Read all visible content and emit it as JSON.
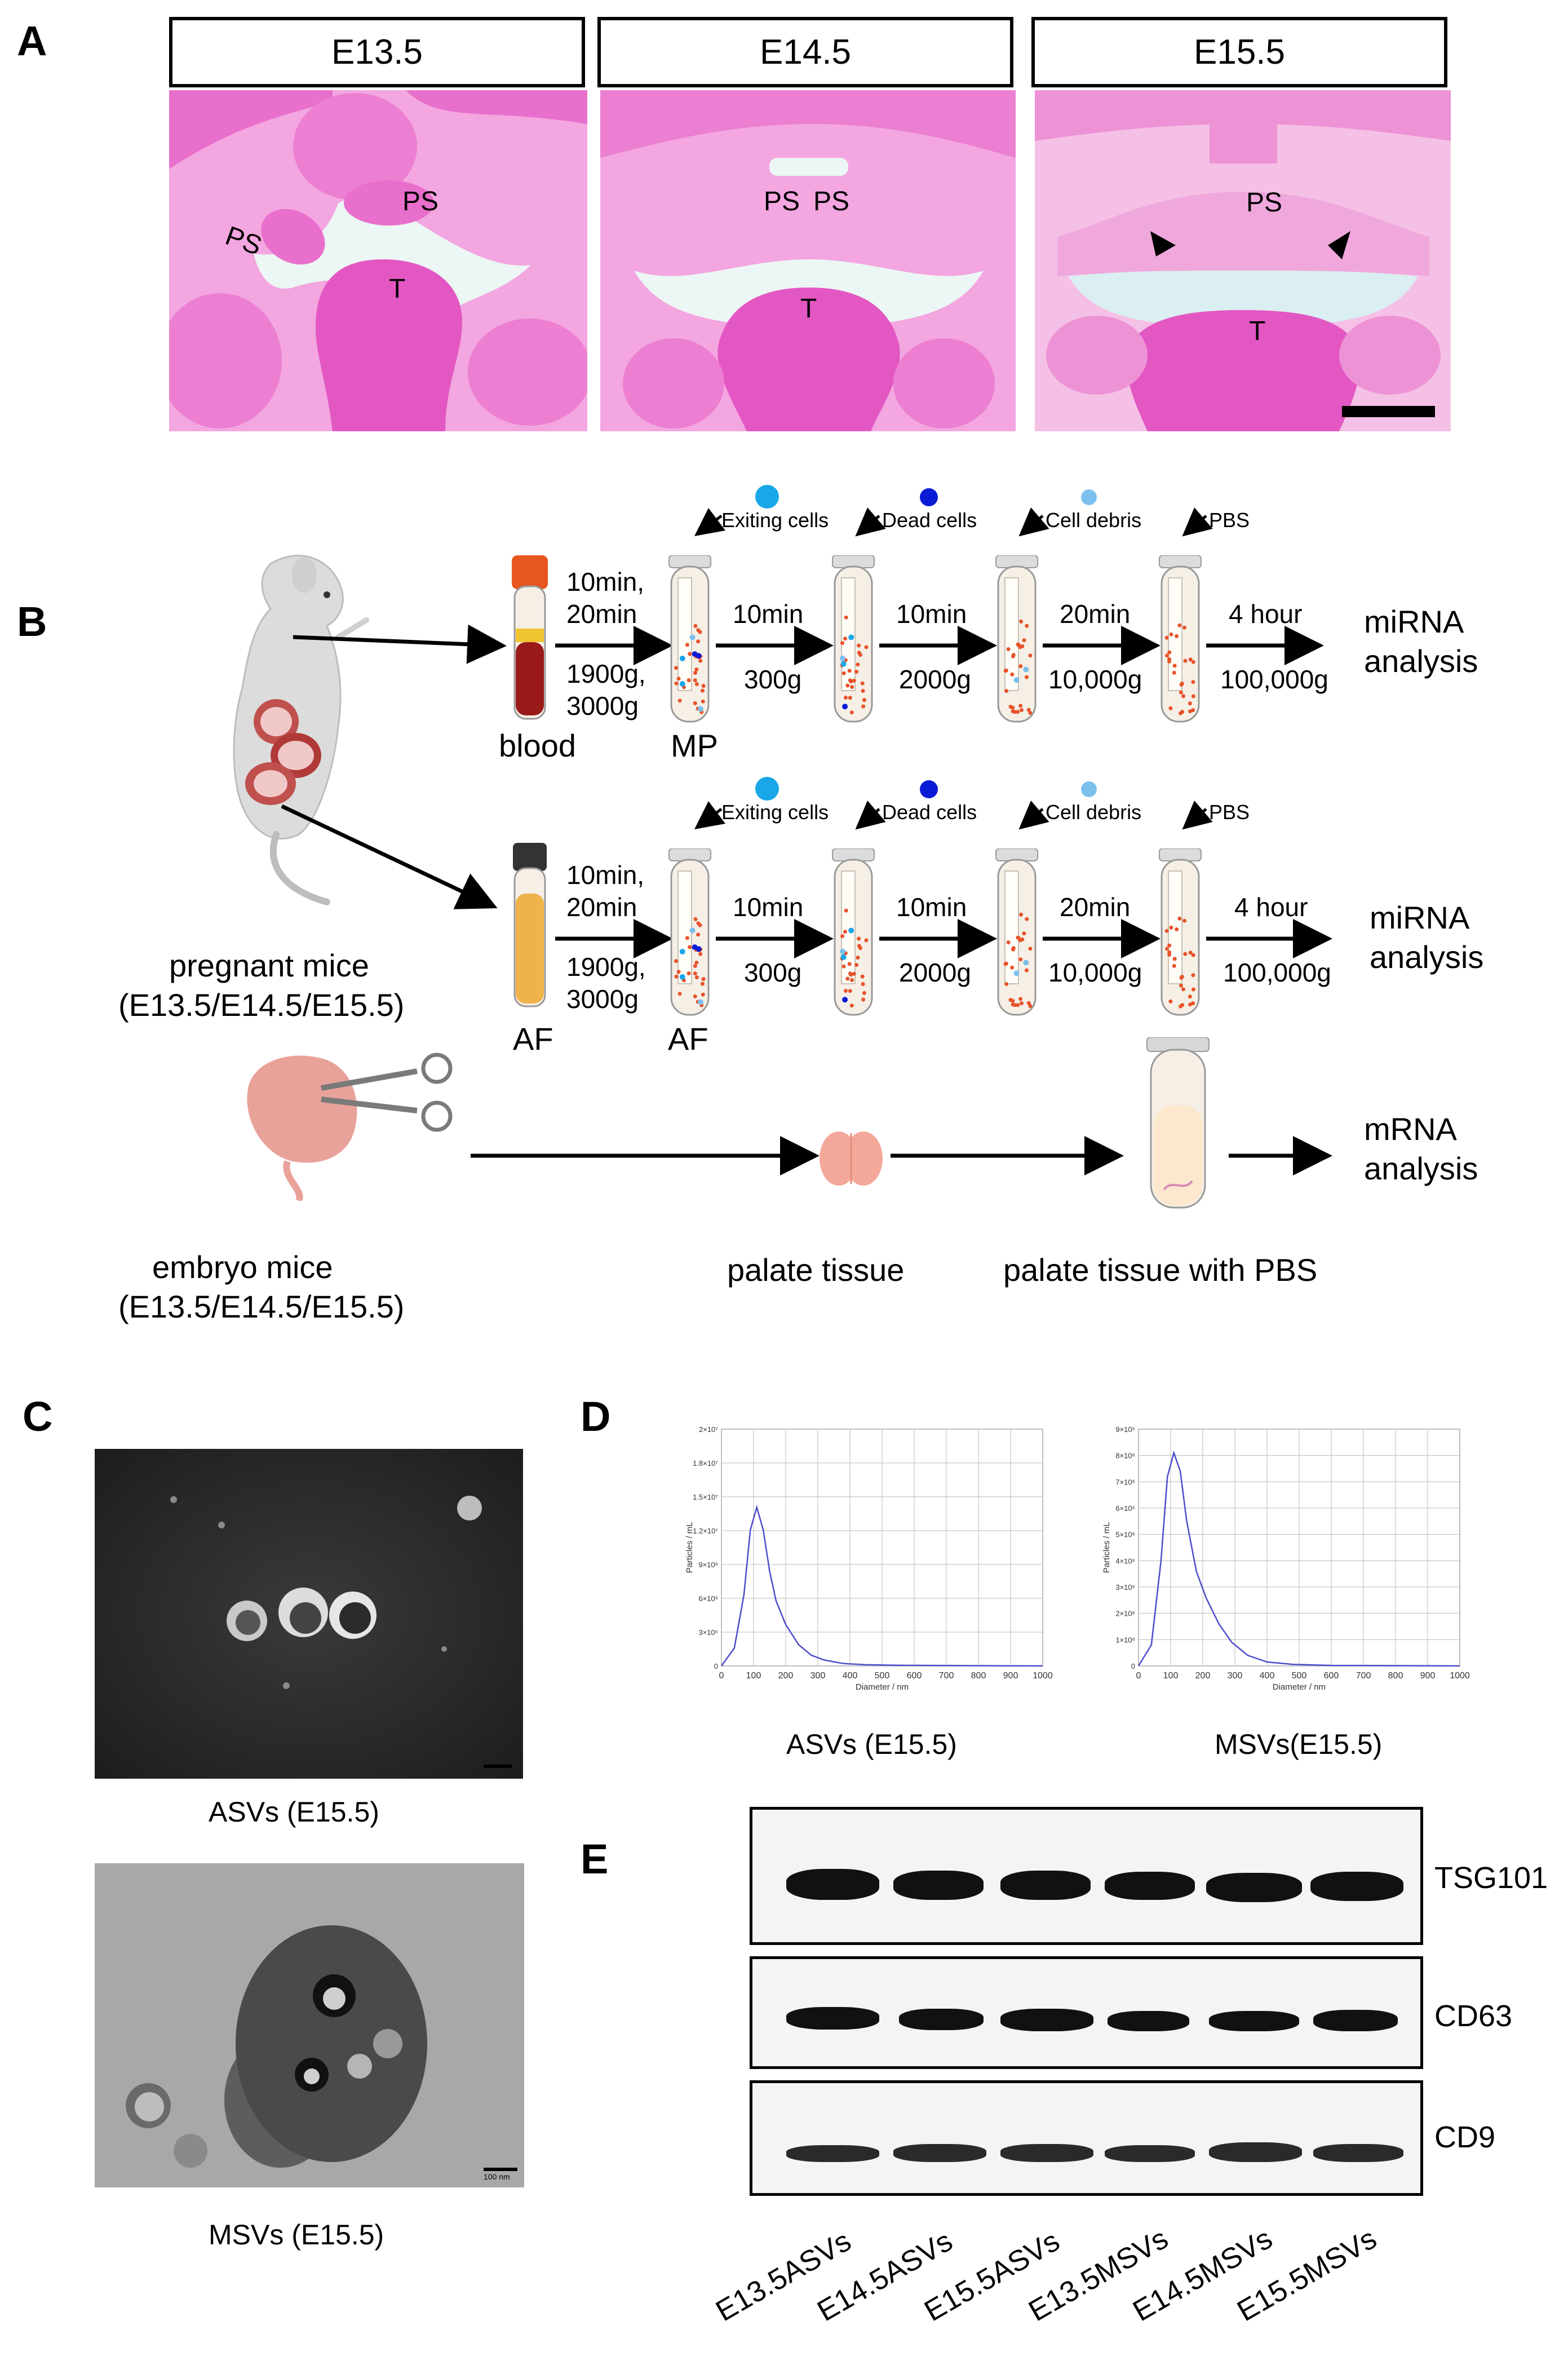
{
  "panels": {
    "A": {
      "letter": "A",
      "stages": [
        "E13.5",
        "E14.5",
        "E15.5"
      ],
      "labels": {
        "ps": "PS",
        "t": "T"
      }
    },
    "B": {
      "letter": "B",
      "mouse_labels": {
        "pregnant": "pregnant mice",
        "pregnant_stages": "(E13.5/E14.5/E15.5)",
        "embryo": "embryo mice",
        "embryo_stages": "(E13.5/E14.5/E15.5)"
      },
      "row1": {
        "sample": "blood",
        "tube_label": "MP",
        "step1_top": "10min,",
        "step1_top2": "20min",
        "step1_bottom": "1900g,",
        "step1_bottom2": "3000g",
        "step2_top": "10min",
        "step2_bottom": "300g",
        "step3_top": "10min",
        "step3_bottom": "2000g",
        "step4_top": "20min",
        "step4_bottom": "10,000g",
        "step5_top": "4 hour",
        "step5_bottom": "100,000g",
        "out1": "miRNA",
        "out2": "analysis"
      },
      "row2": {
        "sample": "AF",
        "tube_label": "AF",
        "step1_top": "10min,",
        "step1_top2": "20min",
        "step1_bottom": "1900g,",
        "step1_bottom2": "3000g",
        "step2_top": "10min",
        "step2_bottom": "300g",
        "step3_top": "10min",
        "step3_bottom": "2000g",
        "step4_top": "20min",
        "step4_bottom": "10,000g",
        "step5_top": "4 hour",
        "step5_bottom": "100,000g",
        "out1": "miRNA",
        "out2": "analysis"
      },
      "row3": {
        "tissue": "palate tissue",
        "tissue_pbs": "palate tissue with PBS",
        "out1": "mRNA",
        "out2": "analysis"
      },
      "callouts": {
        "exiting": "Exiting cells",
        "dead": "Dead cells",
        "debris": "Cell debris",
        "pbs": "PBS"
      },
      "colors": {
        "exiting": "#1aa7e8",
        "dead": "#0a1bd6",
        "debris": "#7cc0ee",
        "particles": "#e8532a"
      }
    },
    "C": {
      "letter": "C",
      "caption_top": "ASVs (E15.5)",
      "caption_bottom": "MSVs (E15.5)",
      "scale_text": "100 nm"
    },
    "D": {
      "letter": "D",
      "caption_left": "ASVs (E15.5)",
      "caption_right": "MSVs(E15.5)"
    },
    "E": {
      "letter": "E",
      "proteins": [
        "TSG101",
        "CD63",
        "CD9"
      ],
      "samples": [
        "E13.5ASVs",
        "E14.5ASVs",
        "E15.5ASVs",
        "E13.5MSVs",
        "E14.5MSVs",
        "E15.5MSVs"
      ]
    }
  },
  "chart_data": [
    {
      "type": "line",
      "title": "",
      "xlabel": "Diameter / nm",
      "ylabel": "Particles / mL",
      "xlim": [
        0,
        1000
      ],
      "x_ticks": [
        0,
        100,
        200,
        300,
        400,
        500,
        600,
        700,
        800,
        900,
        1000
      ],
      "y_tick_labels": [
        "0",
        "3×10⁶",
        "6×10⁶",
        "9×10⁶",
        "1.2×10⁷",
        "1.5×10⁷",
        "1.8×10⁷",
        "2×10⁷"
      ],
      "ylim": [
        0,
        20000000
      ],
      "series": [
        {
          "x": [
            0,
            40,
            70,
            90,
            110,
            130,
            150,
            170,
            200,
            240,
            280,
            320,
            380,
            450,
            550,
            1000
          ],
          "y": [
            0,
            1500000,
            6000000,
            11500000,
            13400000,
            11500000,
            8000000,
            5500000,
            3500000,
            1800000,
            900000,
            500000,
            200000,
            100000,
            50000,
            0
          ]
        }
      ],
      "color": "#4d4dcc"
    },
    {
      "type": "line",
      "title": "",
      "xlabel": "Diameter / nm",
      "ylabel": "Particles / mL",
      "xlim": [
        0,
        1000
      ],
      "x_ticks": [
        0,
        100,
        200,
        300,
        400,
        500,
        600,
        700,
        800,
        900,
        1000
      ],
      "y_tick_labels": [
        "0",
        "1×10⁶",
        "2×10⁶",
        "3×10⁶",
        "4×10⁶",
        "5×10⁶",
        "6×10⁶",
        "7×10⁶",
        "8×10⁶",
        "9×10⁶"
      ],
      "ylim": [
        0,
        9000000
      ],
      "series": [
        {
          "x": [
            0,
            40,
            70,
            90,
            110,
            130,
            150,
            180,
            210,
            250,
            290,
            340,
            400,
            480,
            600,
            1000
          ],
          "y": [
            0,
            800000,
            4000000,
            7200000,
            8100000,
            7400000,
            5500000,
            3600000,
            2600000,
            1600000,
            900000,
            400000,
            150000,
            60000,
            20000,
            0
          ]
        }
      ],
      "color": "#4d4dcc"
    }
  ]
}
